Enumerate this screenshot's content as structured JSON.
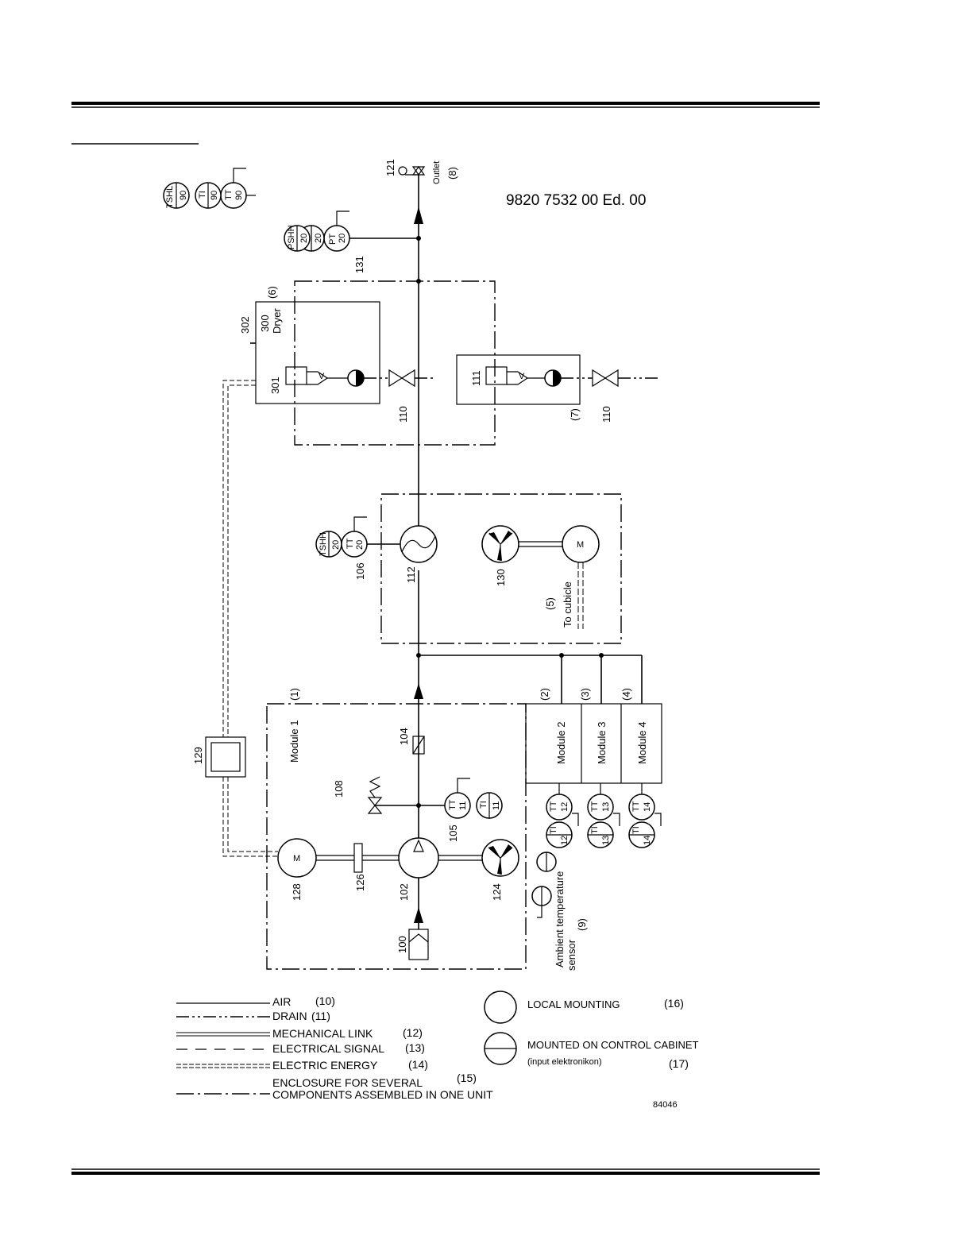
{
  "header": {
    "doc_number": "9820 7532 00 Ed. 00",
    "figure_ref": "84046"
  },
  "enclosures": {
    "module1": "Module 1",
    "module1_ref": "(1)",
    "module2": "Module 2",
    "module2_ref": "(2)",
    "module3": "Module 3",
    "module3_ref": "(3)",
    "module4": "Module 4",
    "module4_ref": "(4)",
    "cooler_ref": "(5)",
    "to_cubicle": "To cubicle",
    "dryer": "Dryer",
    "dryer_num": "300",
    "dryer_ref": "(6)",
    "drain_ref": "(7)",
    "outlet": "Outlet",
    "outlet_ref": "(8)",
    "ambient_line1": "Ambient temperature",
    "ambient_line2": "sensor",
    "ambient_ref": "(9)"
  },
  "components": {
    "c100": "100",
    "c102": "102",
    "c104": "104",
    "c105": "105",
    "c106": "106",
    "c108": "108",
    "c110": "110",
    "c111": "111",
    "c112": "112",
    "c121": "121",
    "c124": "124",
    "c126": "126",
    "c128": "128",
    "c129": "129",
    "c130": "130",
    "c131": "131",
    "c301": "301",
    "c302": "302"
  },
  "instruments": {
    "tt": "TT",
    "ti": "TI",
    "tshh": "TSHH",
    "tshl": "TSHL",
    "pt": "PT",
    "pi": "PI",
    "pshh": "PSHH",
    "n11": "11",
    "n12": "12",
    "n13": "13",
    "n14": "14",
    "n20": "20",
    "n90": "90"
  },
  "legend": {
    "air": "AIR",
    "air_ref": "(10)",
    "drain": "DRAIN",
    "drain_ref": "(11)",
    "mech": "MECHANICAL LINK",
    "mech_ref": "(12)",
    "esig": "ELECTRICAL SIGNAL",
    "esig_ref": "(13)",
    "eenergy": "ELECTRIC ENERGY",
    "eenergy_ref": "(14)",
    "encl1": "ENCLOSURE FOR SEVERAL",
    "encl2": "COMPONENTS ASSEMBLED IN ONE UNIT",
    "encl_ref": "(15)",
    "local": "LOCAL MOUNTING",
    "local_ref": "(16)",
    "cabinet": "MOUNTED ON CONTROL CABINET",
    "cabinet_sub": "(input elektronikon)",
    "cabinet_ref": "(17)"
  }
}
